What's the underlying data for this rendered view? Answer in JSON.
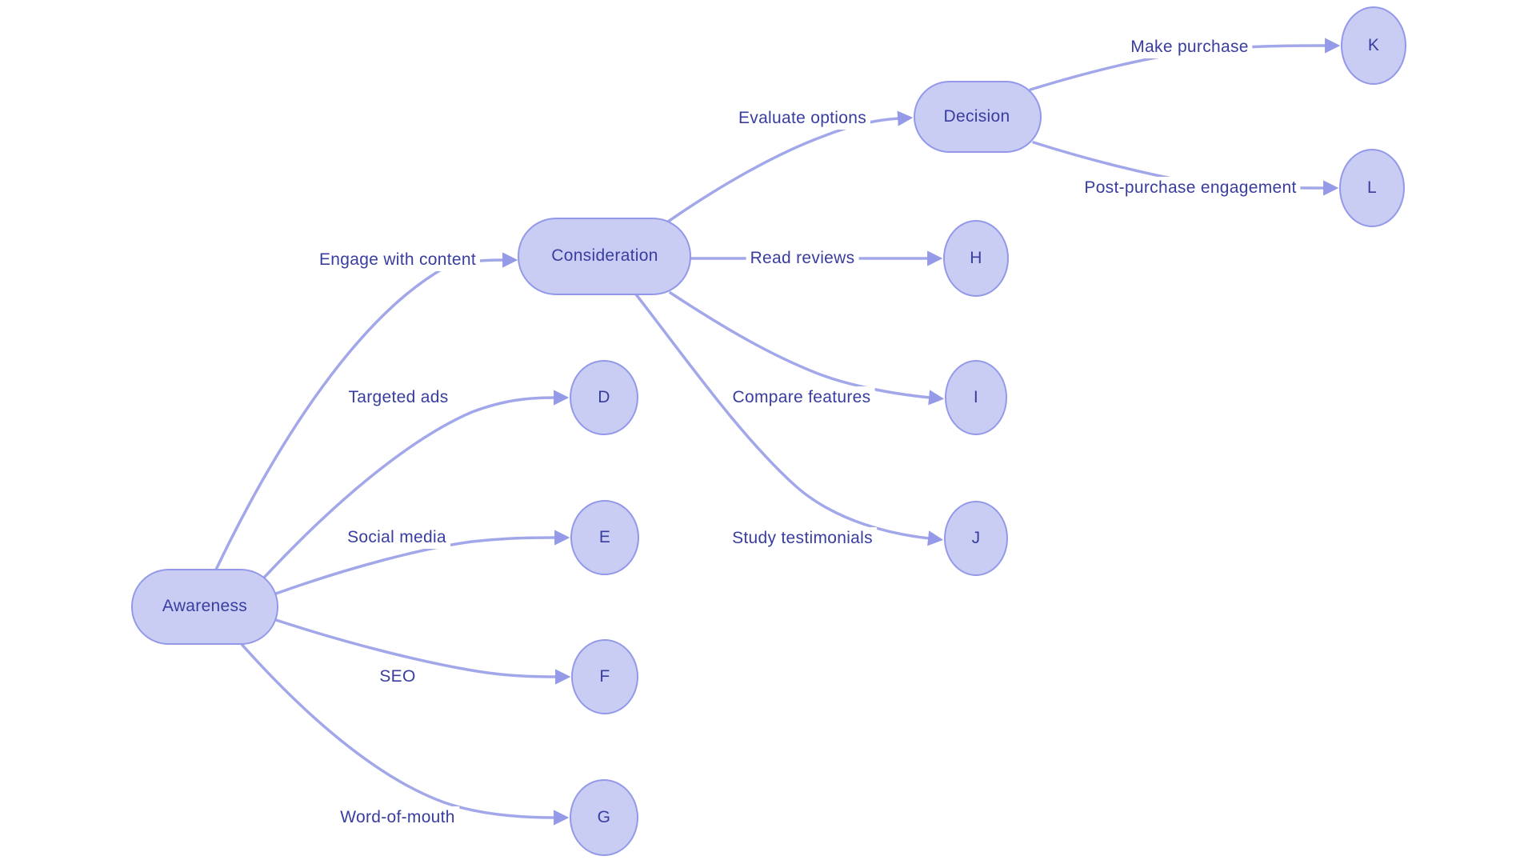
{
  "diagram": {
    "type": "flowchart",
    "direction": "left-to-right",
    "background_color": "#ffffff",
    "colors": {
      "node_fill": "#c9cdf4",
      "node_border": "#9399e8",
      "edge_stroke": "#a2a7ea",
      "arrowhead": "#959ae8",
      "text": "#383d9f"
    },
    "nodes": [
      {
        "id": "Awareness",
        "label": "Awareness",
        "shape": "pill"
      },
      {
        "id": "Consideration",
        "label": "Consideration",
        "shape": "pill"
      },
      {
        "id": "Decision",
        "label": "Decision",
        "shape": "pill"
      },
      {
        "id": "D",
        "label": "D",
        "shape": "ellipse"
      },
      {
        "id": "E",
        "label": "E",
        "shape": "ellipse"
      },
      {
        "id": "F",
        "label": "F",
        "shape": "ellipse"
      },
      {
        "id": "G",
        "label": "G",
        "shape": "ellipse"
      },
      {
        "id": "H",
        "label": "H",
        "shape": "ellipse"
      },
      {
        "id": "I",
        "label": "I",
        "shape": "ellipse"
      },
      {
        "id": "J",
        "label": "J",
        "shape": "ellipse"
      },
      {
        "id": "K",
        "label": "K",
        "shape": "ellipse"
      },
      {
        "id": "L",
        "label": "L",
        "shape": "ellipse"
      }
    ],
    "edges": [
      {
        "from": "Awareness",
        "to": "Consideration",
        "label": "Engage with content"
      },
      {
        "from": "Awareness",
        "to": "D",
        "label": "Targeted ads"
      },
      {
        "from": "Awareness",
        "to": "E",
        "label": "Social media"
      },
      {
        "from": "Awareness",
        "to": "F",
        "label": "SEO"
      },
      {
        "from": "Awareness",
        "to": "G",
        "label": "Word-of-mouth"
      },
      {
        "from": "Consideration",
        "to": "Decision",
        "label": "Evaluate options"
      },
      {
        "from": "Consideration",
        "to": "H",
        "label": "Read reviews"
      },
      {
        "from": "Consideration",
        "to": "I",
        "label": "Compare features"
      },
      {
        "from": "Consideration",
        "to": "J",
        "label": "Study testimonials"
      },
      {
        "from": "Decision",
        "to": "K",
        "label": "Make purchase"
      },
      {
        "from": "Decision",
        "to": "L",
        "label": "Post-purchase engagement"
      }
    ]
  }
}
